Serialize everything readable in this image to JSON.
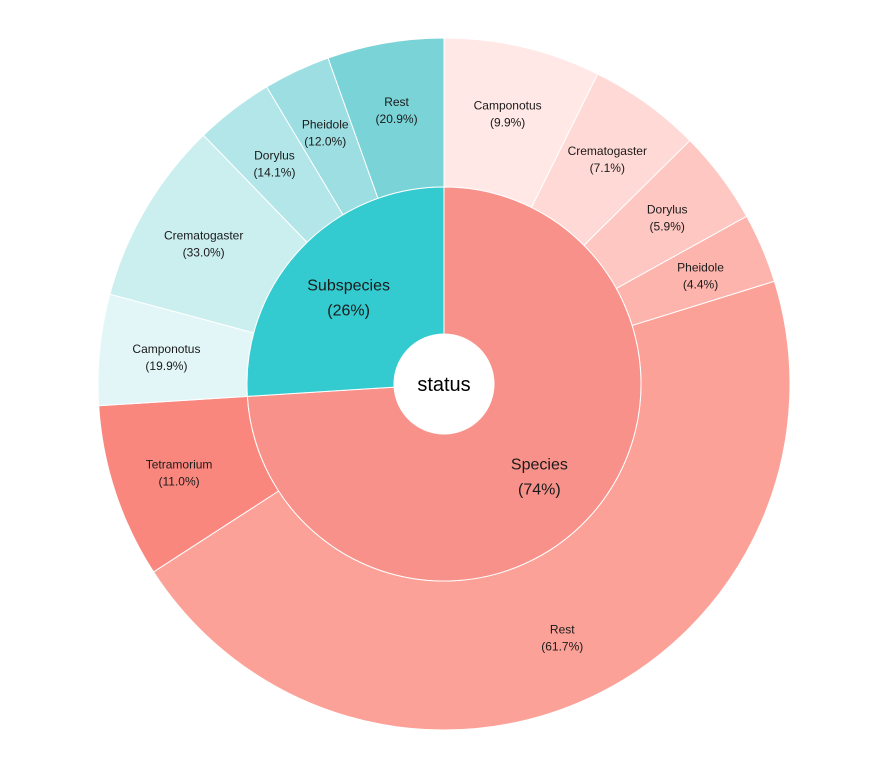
{
  "chart_data": {
    "type": "pie",
    "subtype": "sunburst",
    "center_label": "status",
    "inner": [
      {
        "name": "Species",
        "label": "Species",
        "pct_text": "(74%)",
        "value": 74,
        "color": "#f8918a"
      },
      {
        "name": "Subspecies",
        "label": "Subspecies",
        "pct_text": "(26%)",
        "value": 26,
        "color": "#33cbd0"
      }
    ],
    "outer": [
      {
        "parent": "Species",
        "label": "Camponotus",
        "pct_text": "(9.9%)",
        "value": 9.9,
        "color": "#ffe8e6"
      },
      {
        "parent": "Species",
        "label": "Crematogaster",
        "pct_text": "(7.1%)",
        "value": 7.1,
        "color": "#ffd9d5"
      },
      {
        "parent": "Species",
        "label": "Dorylus",
        "pct_text": "(5.9%)",
        "value": 5.9,
        "color": "#fec7c2"
      },
      {
        "parent": "Species",
        "label": "Pheidole",
        "pct_text": "(4.4%)",
        "value": 4.4,
        "color": "#fdb4ad"
      },
      {
        "parent": "Species",
        "label": "Rest",
        "pct_text": "(61.7%)",
        "value": 61.7,
        "color": "#fca198"
      },
      {
        "parent": "Species",
        "label": "Tetramorium",
        "pct_text": "(11.0%)",
        "value": 11.0,
        "color": "#fa877e"
      },
      {
        "parent": "Subspecies",
        "label": "Camponotus",
        "pct_text": "(19.9%)",
        "value": 19.9,
        "color": "#e3f6f7"
      },
      {
        "parent": "Subspecies",
        "label": "Crematogaster",
        "pct_text": "(33.0%)",
        "value": 33.0,
        "color": "#cbeeef"
      },
      {
        "parent": "Subspecies",
        "label": "Dorylus",
        "pct_text": "(14.1%)",
        "value": 14.1,
        "color": "#b3e6e8"
      },
      {
        "parent": "Subspecies",
        "label": "Pheidole",
        "pct_text": "(12.0%)",
        "value": 12.0,
        "color": "#9cdee1"
      },
      {
        "parent": "Subspecies",
        "label": "Rest",
        "pct_text": "(20.9%)",
        "value": 20.9,
        "color": "#7ad3d7"
      }
    ]
  }
}
